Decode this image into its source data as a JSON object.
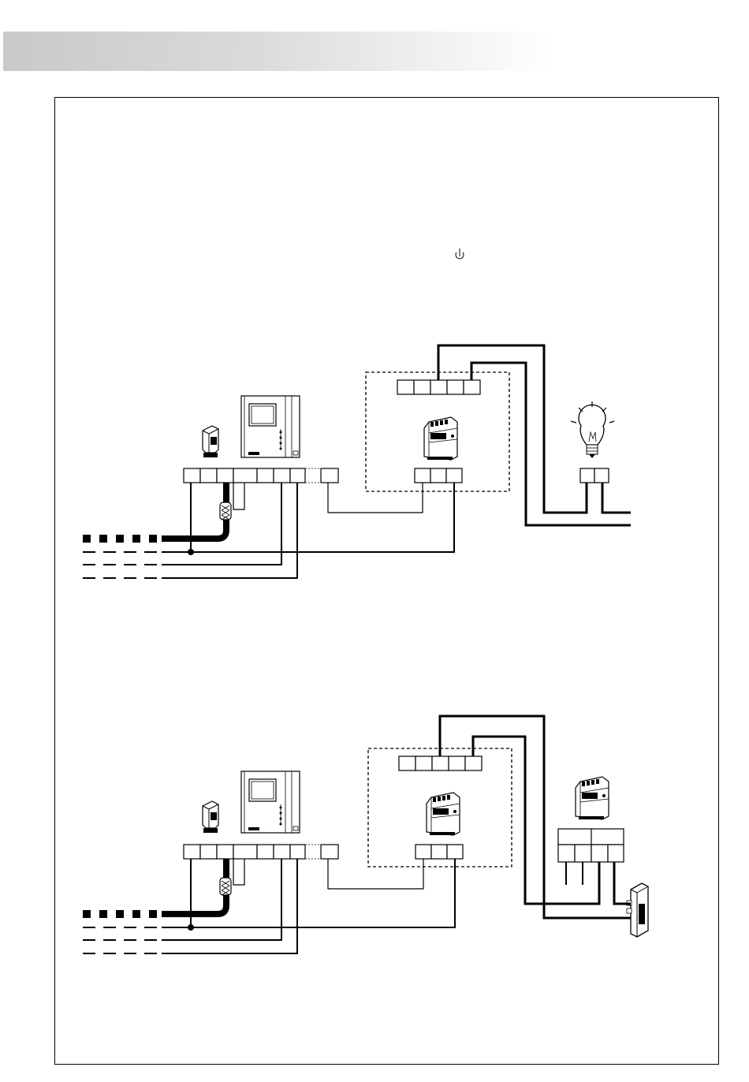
{
  "page": {
    "header_band": "gradient-grey",
    "frame": "outer-border"
  },
  "diagram_top": {
    "connector_terminal_count": 5,
    "module_terminal_count": 3,
    "monitor_terminal_count": 8,
    "lamp_terminal_count": 2,
    "devices": [
      "door-station-icon",
      "video-monitor-icon",
      "relay-module-icon",
      "light-bulb-icon"
    ]
  },
  "diagram_bottom": {
    "connector_terminal_count": 5,
    "module_terminal_count": 3,
    "monitor_terminal_count": 8,
    "power_supply_terminal_count": 4,
    "devices": [
      "door-station-icon",
      "video-monitor-icon",
      "relay-module-icon",
      "power-supply-icon",
      "door-lock-icon"
    ]
  },
  "icons": {
    "standby": "power-standby-icon"
  },
  "colors": {
    "line": "#000000",
    "header_band": "#c9c9c9"
  }
}
